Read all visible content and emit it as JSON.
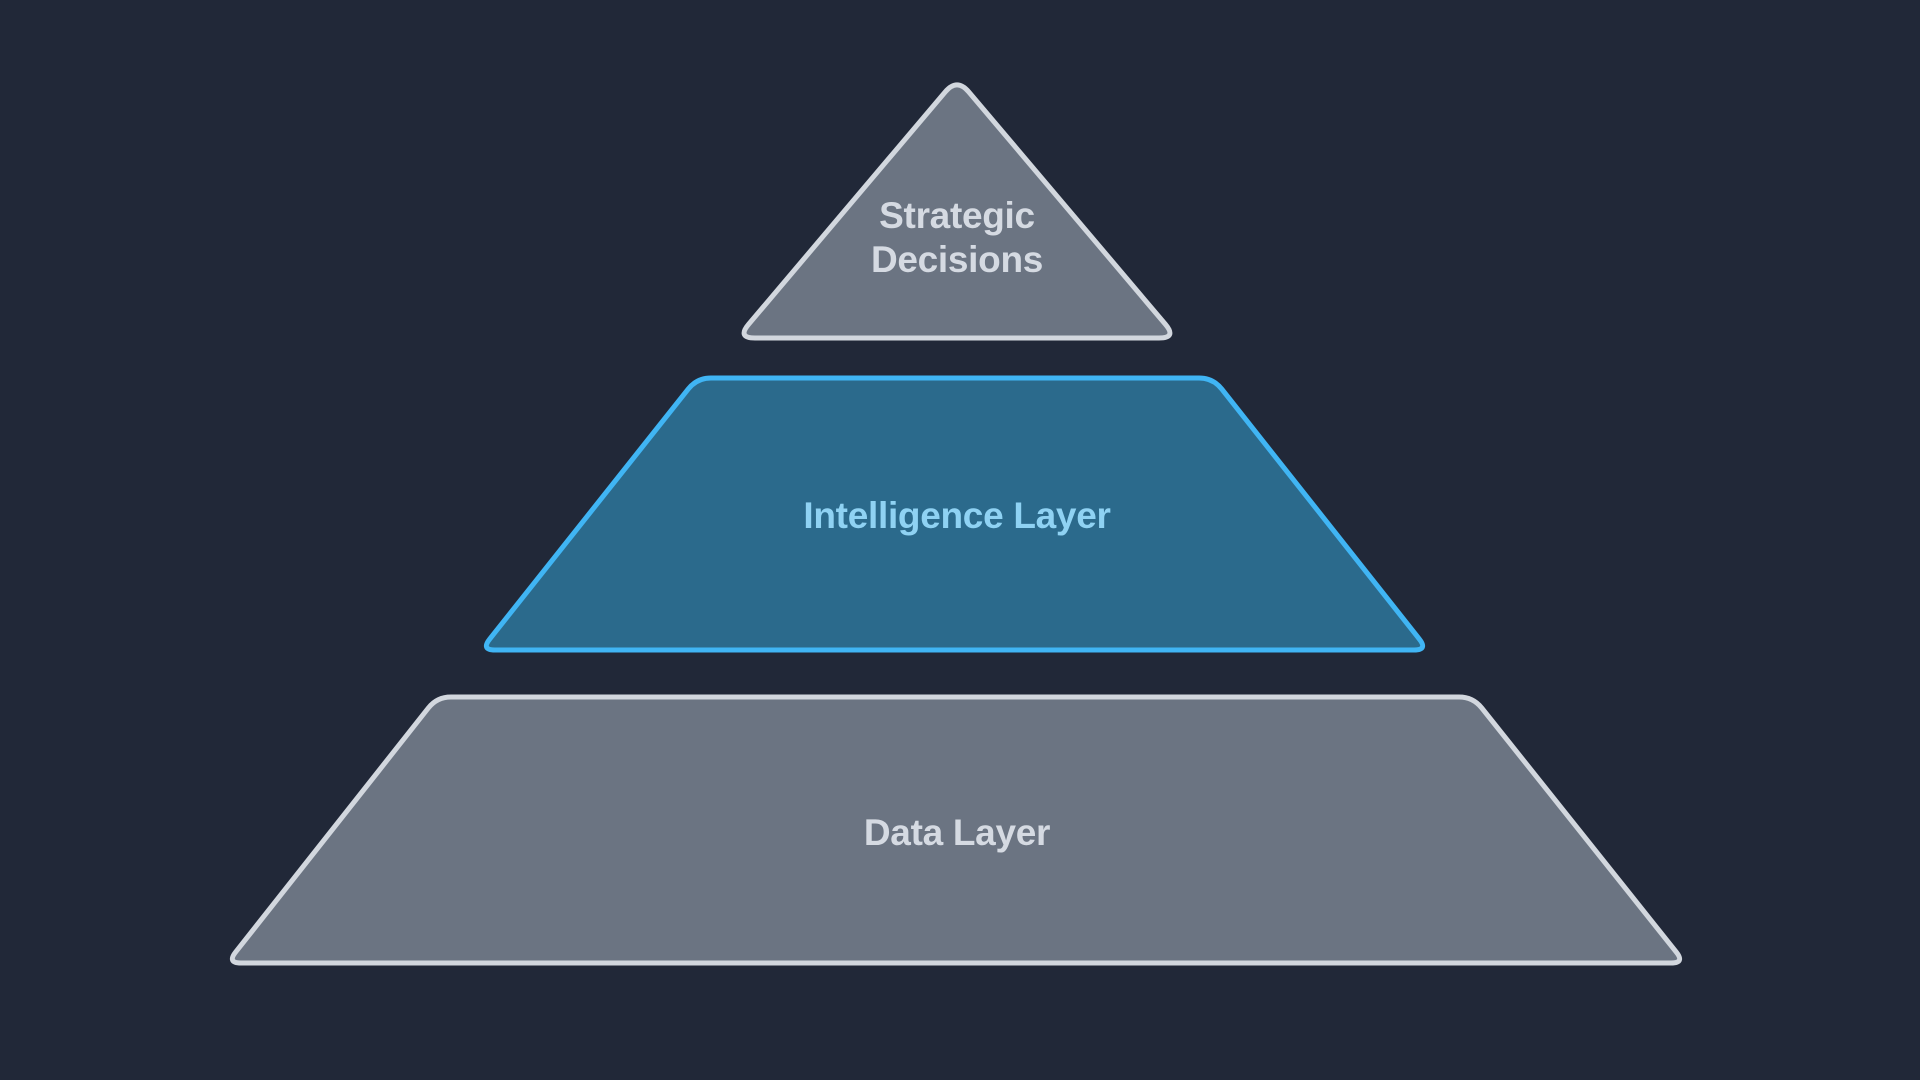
{
  "background_color": "#212838",
  "diagram": {
    "type": "pyramid",
    "title": "",
    "layers": [
      {
        "id": "strategic-decisions",
        "label": "Strategic Decisions",
        "lines": [
          "Strategic",
          "Decisions"
        ],
        "fill": "#6b7482",
        "border": "#d2d7de",
        "text_color": "#d5dae2"
      },
      {
        "id": "intelligence-layer",
        "label": "Intelligence Layer",
        "lines": [
          "Intelligence Layer"
        ],
        "fill": "#2b6a8c",
        "border": "#40b5f4",
        "text_color": "#8fd2f3"
      },
      {
        "id": "data-layer",
        "label": "Data Layer",
        "lines": [
          "Data Layer"
        ],
        "fill": "#6b7482",
        "border": "#d2d7de",
        "text_color": "#d5dae2"
      }
    ]
  }
}
